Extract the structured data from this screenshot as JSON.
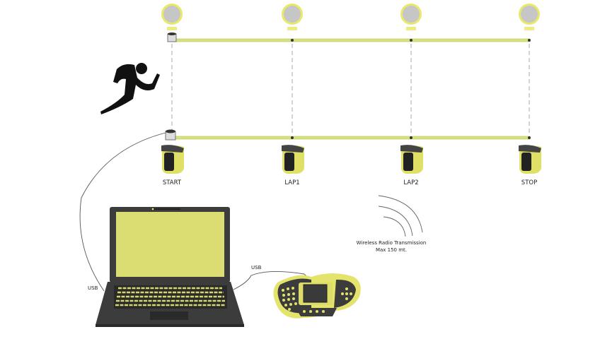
{
  "stations": [
    {
      "label": "START"
    },
    {
      "label": "LAP1"
    },
    {
      "label": "LAP2"
    },
    {
      "label": "STOP"
    }
  ],
  "cables": {
    "laptop_usb_label": "USB",
    "controller_usb_label": "USB"
  },
  "wireless": {
    "line1": "Wireless Radio Transmission",
    "line2": "Max 150 mt."
  },
  "colors": {
    "accent": "#dcdc6e",
    "bar": "#d6e27a",
    "device": "#3a3a3a",
    "reflector": "#c8c8c8"
  }
}
